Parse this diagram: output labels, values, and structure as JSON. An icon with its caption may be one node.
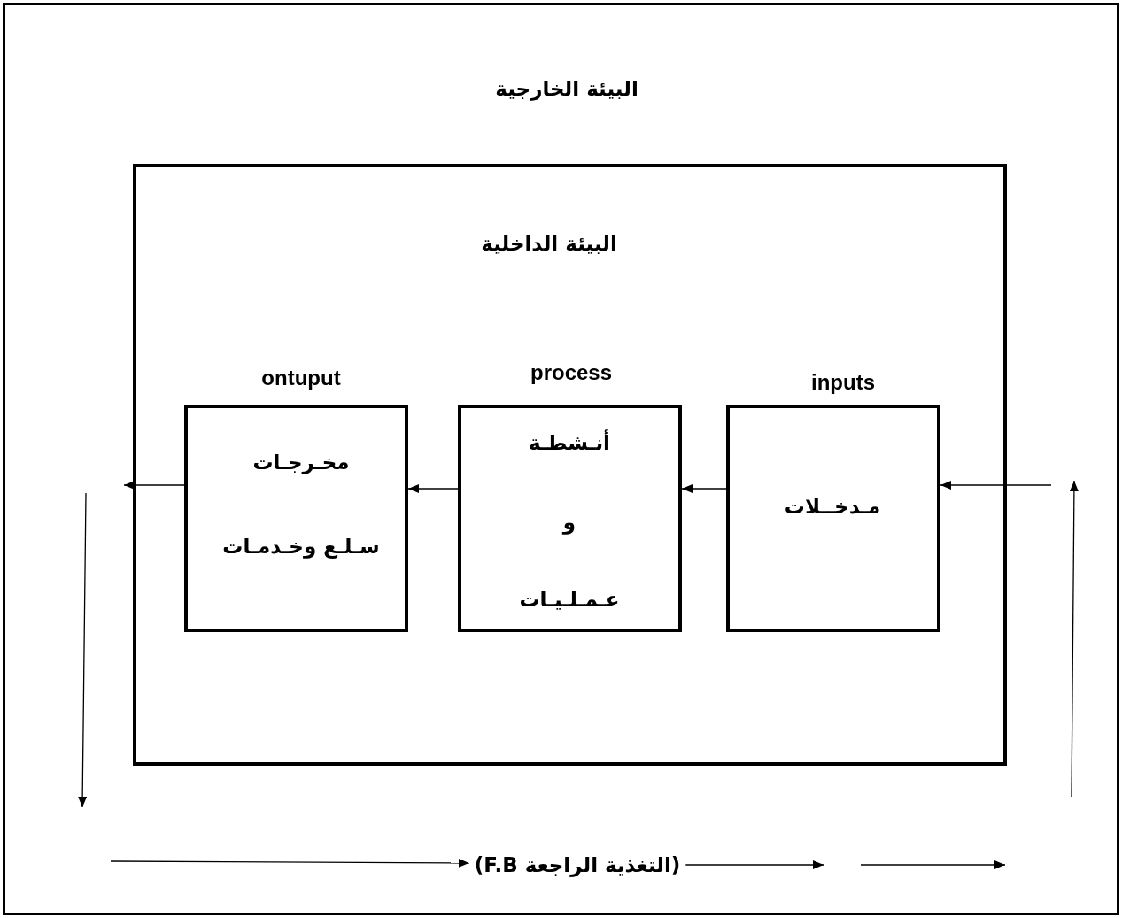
{
  "diagram": {
    "nodes": [
      {
        "text": [
          "البيئة الخارجية"
        ]
      },
      {
        "text": [
          "البيئة الداخلية"
        ],
        "in": 0
      },
      {
        "text": [
          "ontuput",
          "مخـرجـات",
          "سـلـع وخـدمـات"
        ],
        "in": 1
      },
      {
        "text": [
          "process",
          "أنـشطـة",
          "و",
          "عـمـلـيـات"
        ],
        "in": 1
      },
      {
        "text": [
          "inputs",
          "مـدخــلات"
        ],
        "in": 1
      },
      {
        "text": [
          "(التغذية الراجعة F.B)"
        ],
        "in": 0
      }
    ],
    "edges": [
      {
        "from": null,
        "to": 4,
        "arrow": "to"
      },
      {
        "from": 4,
        "to": 3,
        "arrow": "to"
      },
      {
        "from": 3,
        "to": 2,
        "arrow": "to"
      },
      {
        "from": 2,
        "to": null,
        "arrow": "to"
      },
      {
        "from": null,
        "to": 5,
        "arrow": "to"
      },
      {
        "from": 5,
        "to": null,
        "arrow": "to"
      }
    ]
  }
}
